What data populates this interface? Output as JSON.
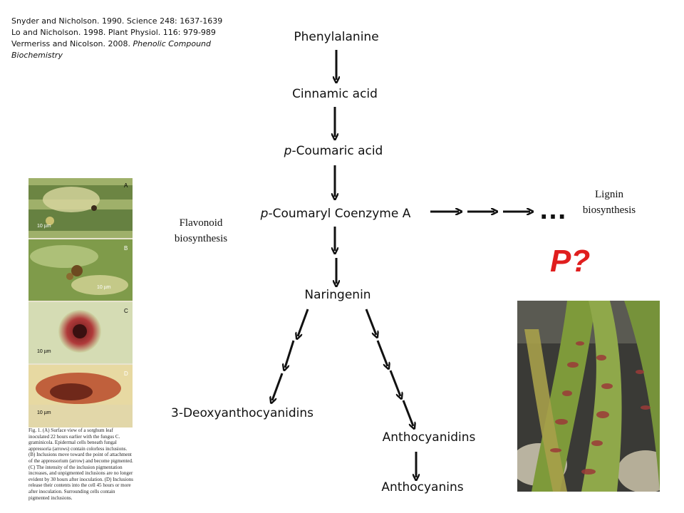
{
  "references": [
    {
      "text": "Snyder and Nicholson. 1990.  Science 248: 1637-1639",
      "italic": ""
    },
    {
      "text": "Lo and Nicholson. 1998. Plant Physiol. 116: 979-989",
      "italic": ""
    },
    {
      "text": "Vermeriss and Nicolson. 2008. ",
      "italic": "Phenolic Compound"
    },
    {
      "text": "",
      "italic": "Biochemistry"
    }
  ],
  "pathway": {
    "phenylalanine": "Phenylalanine",
    "cinnamic": "Cinnamic acid",
    "coumaric_prefix": "p",
    "coumaric": "-Coumaric acid",
    "coa_prefix": "p",
    "coa": "-Coumaryl Coenzyme A",
    "naringenin": "Naringenin",
    "deoxy": "3-Deoxyanthocyanidins",
    "anthocyanidins": "Anthocyanidins",
    "anthocyanins": "Anthocyanins"
  },
  "side_labels": {
    "flavonoid_line1": "Flavonoid",
    "flavonoid_line2": "biosynthesis",
    "lignin_line1": "Lignin",
    "lignin_line2": "biosynthesis",
    "ellipsis": "…",
    "p_question": "P?"
  },
  "micrograph": {
    "panel_letters": [
      "A",
      "B",
      "C",
      "D"
    ],
    "scale_labels": [
      "10 µm",
      "10 µm",
      "10 µm",
      "10 µm"
    ],
    "caption": "Fig. 1. (A) Surface view of a sorghum leaf inoculated 22 hours earlier with the fungus C. graminicola. Epidermal cells beneath fungal appressoria (arrows) contain colorless inclusions. (B) Inclusions move toward the point of attachment of the appressorium (arrow) and become pigmented. (C) The intensity of the inclusion pigmentation increases, and unpigmented inclusions are no longer evident by 30 hours after inoculation. (D) Inclusions release their contents into the cell 45 hours or more after inoculation. Surrounding cells contain pigmented inclusions."
  },
  "colors": {
    "accent": "#e01e1e",
    "text": "#111111"
  }
}
